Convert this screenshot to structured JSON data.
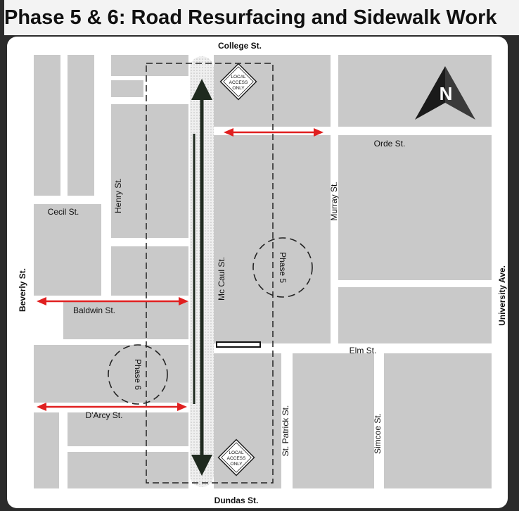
{
  "title": "Phase 5 & 6: Road Resurfacing and Sidewalk Work",
  "streets": {
    "college": "College St.",
    "dundas": "Dundas St.",
    "beverly": "Beverly St.",
    "university": "University Ave.",
    "orde": "Orde St.",
    "cecil": "Cecil St.",
    "henry": "Henry St.",
    "murray": "Murray St.",
    "mccaul": "Mc Caul St.",
    "baldwin": "Baldwin St.",
    "elm": "Elm St.",
    "darcy": "D'Arcy St.",
    "st_patrick": "St. Patrick St.",
    "simcoe": "Simcoe St."
  },
  "phases": {
    "phase5": "Phase 5",
    "phase6": "Phase 6"
  },
  "signs": {
    "top": [
      "LOCAL",
      "ACCESS",
      "ONLY"
    ],
    "bottom": [
      "LOCAL",
      "ACCESS",
      "ONLY"
    ]
  },
  "north_label": "N",
  "colors": {
    "block": "#c9c9c9",
    "road": "#ffffff",
    "closure_arrow": "#e02020",
    "mccaul_arrow": "#1f2a1f"
  }
}
